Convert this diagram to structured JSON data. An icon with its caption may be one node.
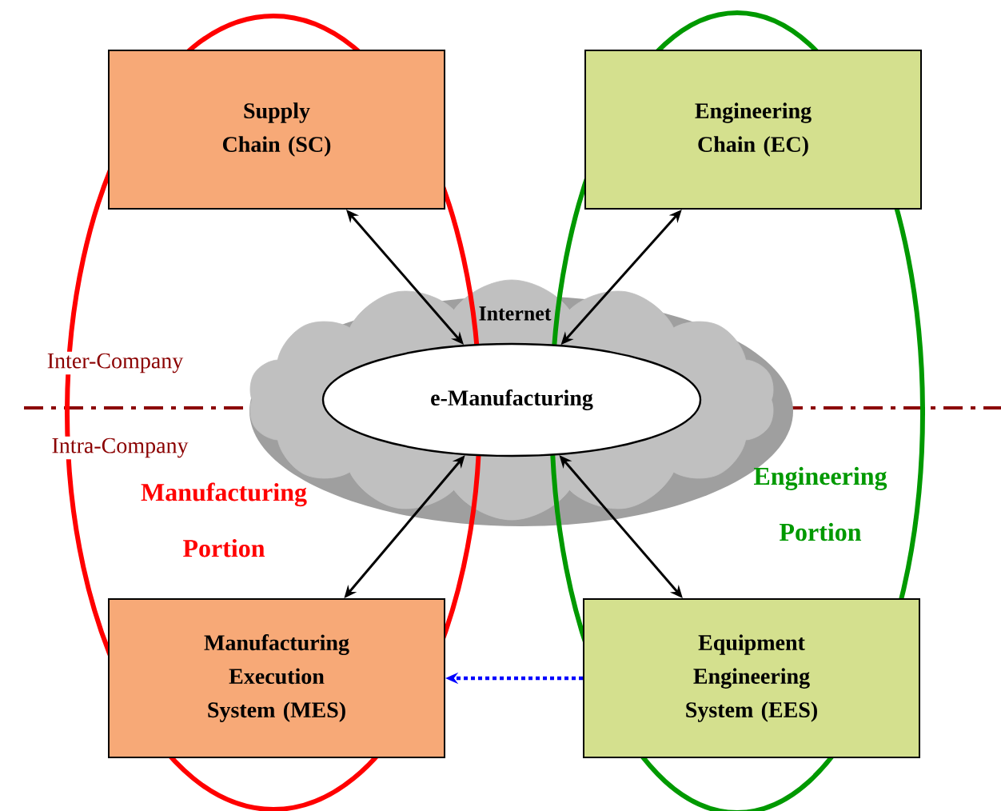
{
  "diagram": {
    "nodes": [
      {
        "text": [
          "Supply Chain (SC)"
        ]
      },
      {
        "text": [
          "Engineering Chain (EC)"
        ]
      },
      {
        "text": [
          "Internet"
        ]
      },
      {
        "text": [
          "e-Manufacturing"
        ],
        "in": 2
      },
      {
        "text": [
          "Manufacturing Execution System (MES)"
        ]
      },
      {
        "text": [
          "Equipment Engineering System (EES)"
        ]
      }
    ],
    "edges": [
      {
        "from": 0,
        "to": 3,
        "arrow": "both"
      },
      {
        "from": 1,
        "to": 3,
        "arrow": "both"
      },
      {
        "from": 4,
        "to": 3,
        "arrow": "both"
      },
      {
        "from": 5,
        "to": 3,
        "arrow": "both"
      },
      {
        "from": 5,
        "to": 4,
        "arrow": "to",
        "style": "dashed",
        "color": "#0000ff"
      }
    ],
    "labels": [
      "Inter-Company",
      "Intra-Company",
      "Manufacturing Portion",
      "Engineering Portion"
    ]
  }
}
